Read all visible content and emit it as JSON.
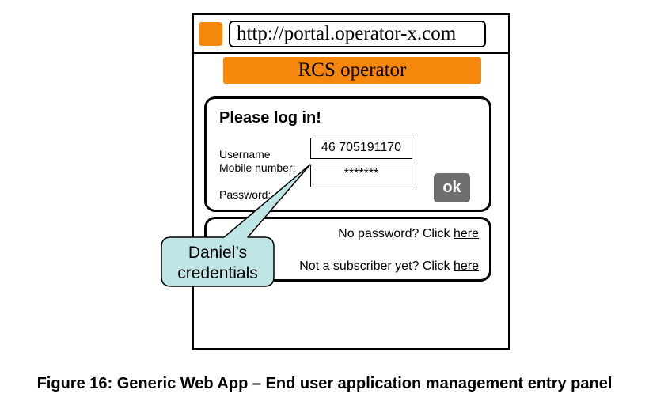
{
  "browser": {
    "url": "http://portal.operator-x.com",
    "accent_color": "#f5870c"
  },
  "header": {
    "title": "RCS operator"
  },
  "login": {
    "title": "Please log in!",
    "username_label": "Username",
    "mobile_label": "Mobile number:",
    "password_label": "Password:",
    "username_value": "46 705191170",
    "password_value": "*******",
    "ok_label": "ok"
  },
  "links": {
    "no_password_prefix": "No password? Click ",
    "no_password_link": "here",
    "not_subscriber_prefix": "Not a subscriber yet? Click ",
    "not_subscriber_link": "here"
  },
  "callout": {
    "line1": "Daniel’s",
    "line2": "credentials",
    "fill_color": "#bfe5e5"
  },
  "caption": "Figure 16: Generic Web App – End user application management entry panel"
}
